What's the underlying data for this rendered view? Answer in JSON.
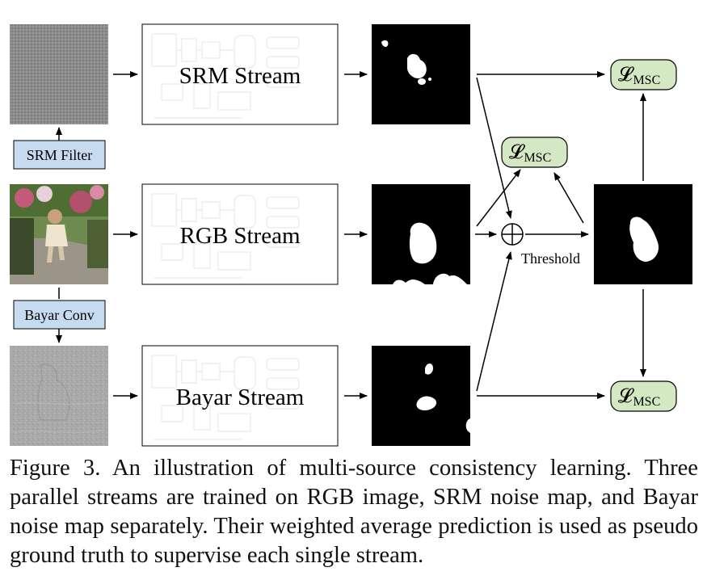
{
  "streams": {
    "srm": "SRM Stream",
    "rgb": "RGB Stream",
    "bayar": "Bayar Stream"
  },
  "preprocess": {
    "srm_filter": "SRM Filter",
    "bayar_conv": "Bayar Conv"
  },
  "loss": {
    "symbol": "𝓛",
    "subscript": "MSC"
  },
  "threshold_label": "Threshold",
  "caption": "Figure 3. An illustration of multi-source consistency learning. Three parallel streams are trained on RGB image, SRM noise map, and Bayar noise map separately. Their weighted average prediction is used as pseudo ground truth to supervise each single stream.",
  "colors": {
    "filter_box_fill": "#c6dbf0",
    "loss_box_fill": "#d5e8c4",
    "mask_background": "#000000",
    "mask_foreground": "#ffffff",
    "noise_gray": "#8a8a8a"
  }
}
